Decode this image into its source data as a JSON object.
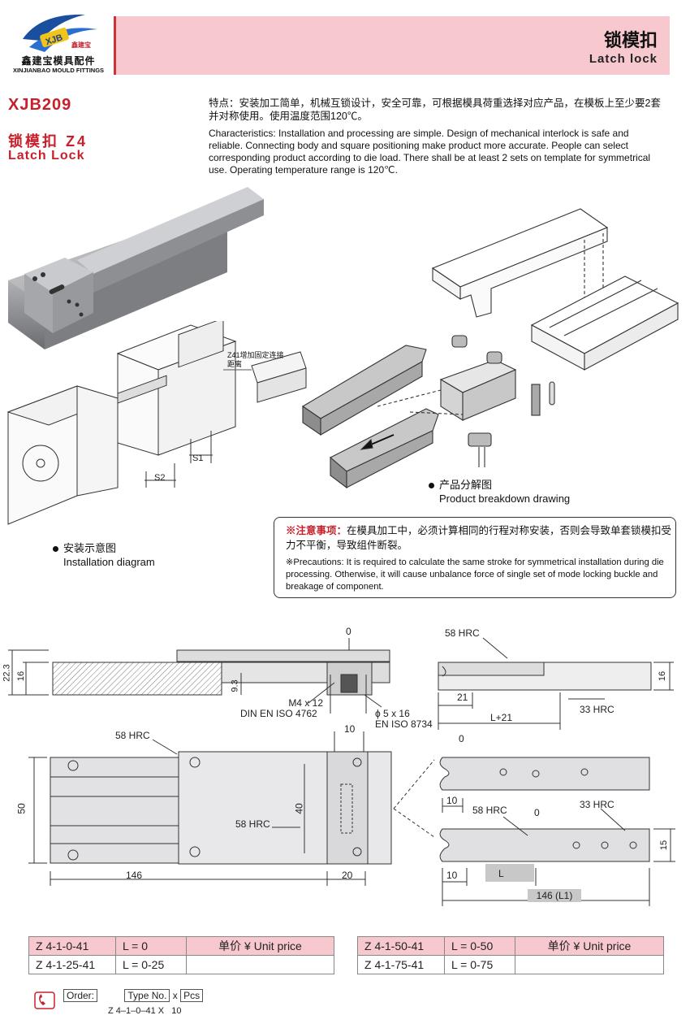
{
  "brand": {
    "cn": "鑫建宝模具配件",
    "en": "XINJIANBAO MOULD FITTINGS",
    "logo_text": "XJB",
    "logo_cn": "鑫建宝"
  },
  "header": {
    "title_cn": "锁模扣",
    "title_en": "Latch lock"
  },
  "product": {
    "code": "XJB209",
    "name_cn": "锁模扣 Z4",
    "name_en": "Latch Lock"
  },
  "features": {
    "cn": "特点：安装加工简单，机械互锁设计，安全可靠，可根据模具荷重选择对应产品，在模板上至少要2套并对称使用。使用温度范围120℃。",
    "en": "Characteristics: Installation and processing are simple. Design of mechanical interlock is safe and reliable. Connecting body and square positioning make product more accurate. People can select corresponding product according to die load. There shall be at least 2 sets on template for symmetrical use. Operating temperature range is 120℃."
  },
  "images": {
    "install_note": "Z41增加固定连接距离",
    "s1": "S1",
    "s2": "S2",
    "install_cn": "安装示意图",
    "install_en": "Installation diagram",
    "breakdown_cn": "产品分解图",
    "breakdown_en": "Product breakdown drawing"
  },
  "precautions": {
    "warn_label": "※注意事项：",
    "cn": "在模具加工中，必须计算相同的行程对称安装，否则会导致单套锁模扣受力不平衡，导致组件断裂。",
    "en": "※Precautions: It is required to calculate the same stroke for symmetrical installation during die processing. Otherwise, it will cause unbalance force of single set of mode locking buckle and breakage of component."
  },
  "drawing": {
    "zero": "0",
    "d223": "22.3",
    "d16": "16",
    "d93": "9.3",
    "screw1": "M4 x 12",
    "screw1_std": "DIN EN ISO 4762",
    "pin": "ϕ 5 x 16",
    "pin_std": "EN ISO 8734",
    "hrc58": "58 HRC",
    "hrc33": "33 HRC",
    "d21": "21",
    "dL21": "L+21",
    "d10": "10",
    "d50": "50",
    "d40": "40",
    "d146": "146",
    "d20": "20",
    "d15": "15",
    "dL": "L",
    "d146L1": "146 (L1)"
  },
  "pricing": {
    "left": [
      [
        "Z 4-1-0-41",
        "L = 0",
        "单价 ¥ Unit price"
      ],
      [
        "Z 4-1-25-41",
        "L = 0-25",
        ""
      ]
    ],
    "right": [
      [
        "Z 4-1-50-41",
        "L = 0-50",
        "单价 ¥ Unit price"
      ],
      [
        "Z 4-1-75-41",
        "L = 0-75",
        ""
      ]
    ]
  },
  "order": {
    "label": "Order:",
    "type_no": "Type No.",
    "x": "x",
    "pcs": "Pcs",
    "example_code": "Z 4–1–0–41 X",
    "example_qty": "10"
  }
}
